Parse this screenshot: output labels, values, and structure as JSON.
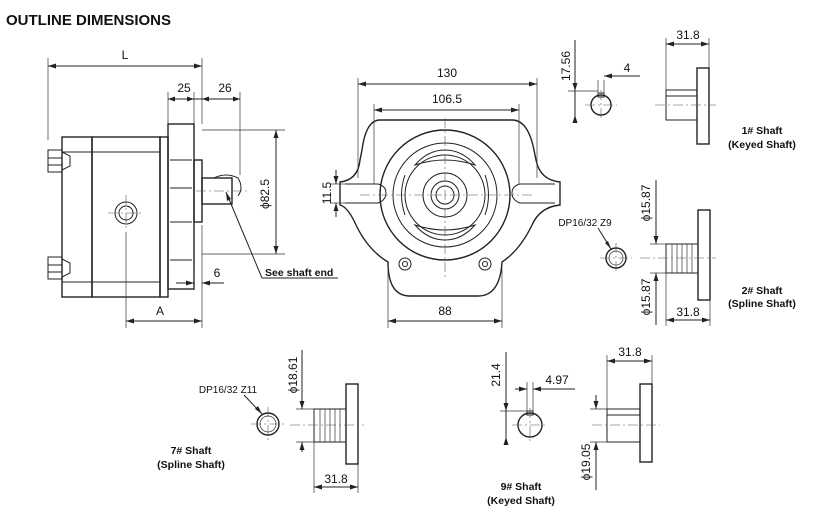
{
  "title": "OUTLINE DIMENSIONS",
  "side_view": {
    "dim_L": "L",
    "dim_25": "25",
    "dim_26": "26",
    "dim_dia_82_5": "ϕ82.5",
    "dim_6": "6",
    "dim_A": "A",
    "callout_shaft_end": "See shaft end"
  },
  "front_view": {
    "dim_130": "130",
    "dim_106_5": "106.5",
    "dim_11_5": "11.5",
    "dim_88": "88"
  },
  "shafts": [
    {
      "name": "1# Shaft",
      "type": "(Keyed Shaft)",
      "dims": [
        "17.56",
        "4",
        "31.8"
      ]
    },
    {
      "name": "2# Shaft",
      "type": "(Spline Shaft)",
      "spline": "DP16/32 Z9",
      "dims": [
        "ϕ15.87",
        "ϕ15.87",
        "31.8"
      ]
    },
    {
      "name": "7# Shaft",
      "type": "(Spline Shaft)",
      "spline": "DP16/32 Z11",
      "dims": [
        "ϕ18.61",
        "31.8"
      ]
    },
    {
      "name": "9# Shaft",
      "type": "(Keyed Shaft)",
      "dims": [
        "21.4",
        "4.97",
        "31.8",
        "ϕ19.05"
      ]
    }
  ]
}
